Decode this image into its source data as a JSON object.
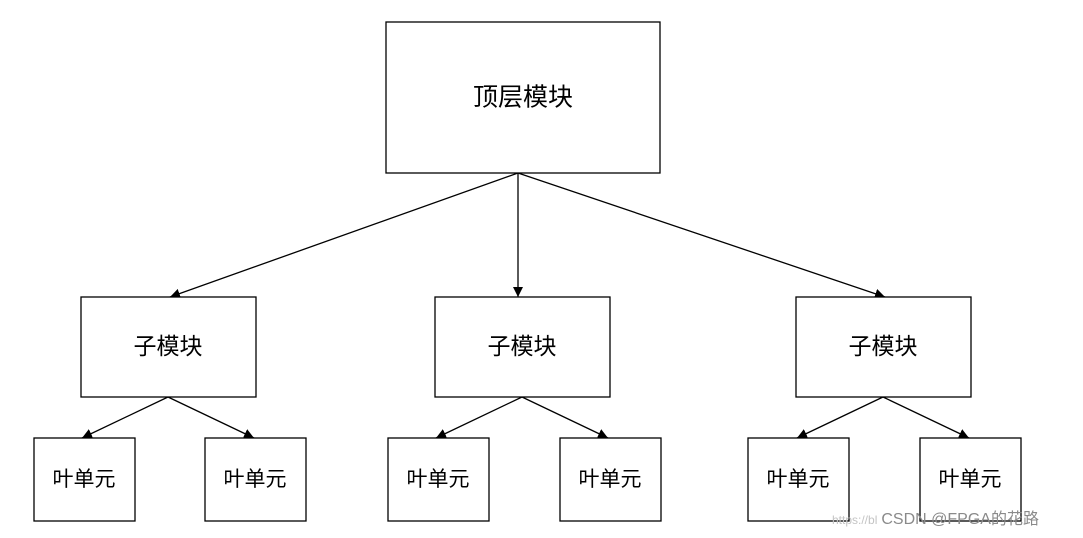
{
  "diagram": {
    "top_module": "顶层模块",
    "sub_modules": [
      "子模块",
      "子模块",
      "子模块"
    ],
    "leaf_units": [
      "叶单元",
      "叶单元",
      "叶单元",
      "叶单元",
      "叶单元",
      "叶单元"
    ]
  },
  "watermark": {
    "url_fragment": "https://bl",
    "text": "CSDN @FPGA的花路"
  }
}
